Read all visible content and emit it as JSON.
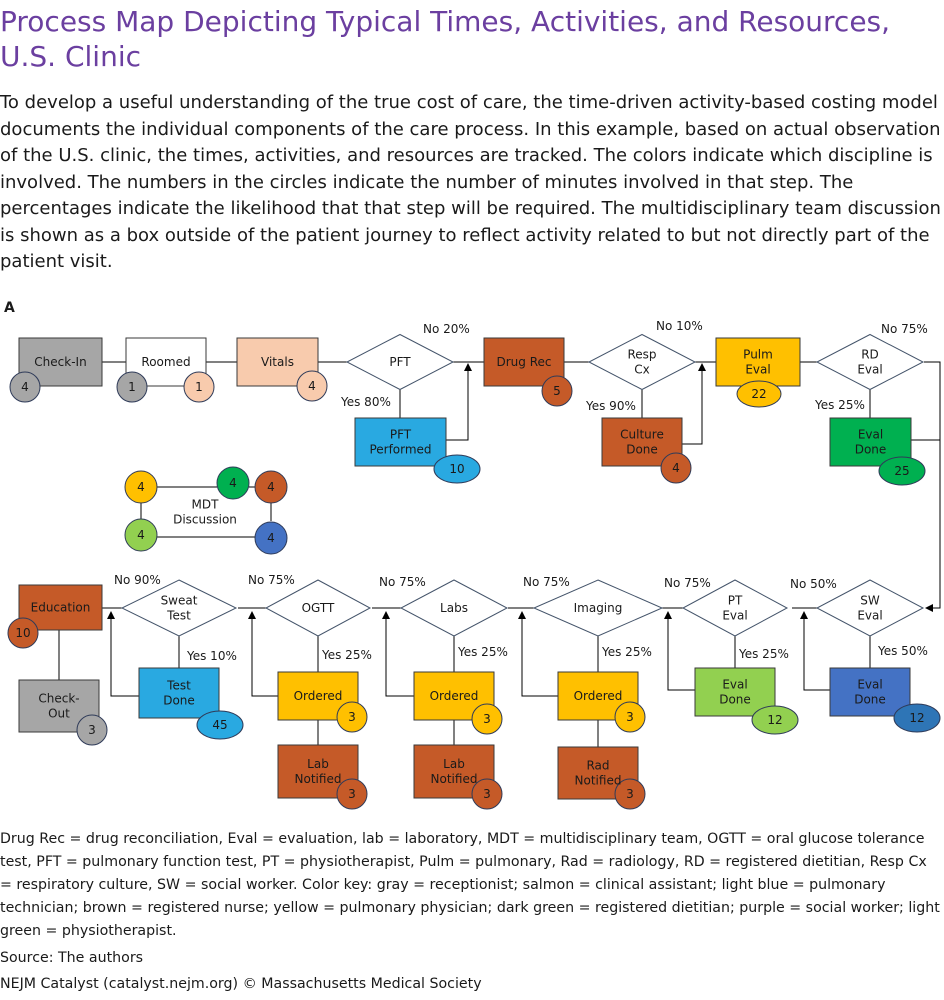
{
  "title": "Process Map Depicting Typical Times, Activities, and Resources, U.S. Clinic",
  "intro": "To develop a useful understanding of the true cost of care, the time-driven activity-based costing model documents the individual components of the care process. In this example, based on actual observation of the U.S. clinic, the times, activities, and resources are tracked. The colors indicate which discipline is involved. The numbers in the circles indicate the number of minutes involved in that step. The percentages indicate the likelihood that that step will be required. The multidisciplinary team discussion is shown as a box outside of the patient journey to reflect activity related to but not directly part of the patient visit.",
  "panel_label": "A",
  "colors": {
    "gray": "#a6a6a6",
    "salmon": "#f8cbad",
    "lightblue": "#29a9e1",
    "brown": "#c55a28",
    "yellow": "#ffc000",
    "darkgreen": "#00b050",
    "purple": "#4472c4",
    "lightgreen": "#92d050",
    "darkblue": "#2e75b6"
  },
  "diagram": {
    "boxes": {
      "checkin": "Check-In",
      "roomed": "Roomed",
      "vitals": "Vitals",
      "pft_performed": "PFT\nPerformed",
      "drugrec": "Drug Rec",
      "culture": "Culture\nDone",
      "pulm": "Pulm\nEval",
      "rd_done": "Eval\nDone",
      "education": "Education",
      "checkout": "Check-\nOut",
      "test_done": "Test\nDone",
      "ogtt_ordered": "Ordered",
      "ogtt_lab": "Lab\nNotified",
      "labs_ordered": "Ordered",
      "labs_lab": "Lab\nNotified",
      "img_ordered": "Ordered",
      "img_rad": "Rad\nNotified",
      "pt_done": "Eval\nDone",
      "sw_done": "Eval\nDone"
    },
    "diamonds": {
      "pft": "PFT",
      "respcx": "Resp\nCx",
      "rd": "RD\nEval",
      "sweat": "Sweat\nTest",
      "ogtt": "OGTT",
      "labs": "Labs",
      "imaging": "Imaging",
      "pt": "PT\nEval",
      "sw": "SW\nEval"
    },
    "mdt_label": "MDT\nDiscussion",
    "minutes": {
      "checkin": "4",
      "roomed_a": "1",
      "roomed_b": "1",
      "vitals": "4",
      "pft": "10",
      "drugrec": "5",
      "culture": "4",
      "pulm": "22",
      "rd": "25",
      "education": "10",
      "checkout": "3",
      "sweat": "45",
      "ogtt_ordered": "3",
      "ogtt_lab": "3",
      "labs_ordered": "3",
      "labs_lab": "3",
      "img_ordered": "3",
      "img_rad": "3",
      "pt": "12",
      "sw": "12",
      "mdt_yellow": "4",
      "mdt_green": "4",
      "mdt_brown": "4",
      "mdt_lightgreen": "4",
      "mdt_blue": "4"
    },
    "pcts": {
      "pft_no": "No 20%",
      "pft_yes": "Yes 80%",
      "cx_no": "No 10%",
      "cx_yes": "Yes 90%",
      "rd_no": "No 75%",
      "rd_yes": "Yes 25%",
      "sweat_no": "No 90%",
      "sweat_yes": "Yes 10%",
      "ogtt_no": "No 75%",
      "ogtt_yes": "Yes 25%",
      "labs_no": "No 75%",
      "labs_yes": "Yes 25%",
      "img_no": "No 75%",
      "img_yes": "Yes 25%",
      "pt_no": "No 75%",
      "pt_yes": "Yes 25%",
      "sw_no": "No 50%",
      "sw_yes": "Yes 50%"
    }
  },
  "abbreviations": "Drug Rec = drug reconciliation, Eval = evaluation, lab = laboratory, MDT = multidisciplinary team, OGTT = oral glucose tolerance test, PFT = pulmonary function test, PT = physiotherapist, Pulm = pulmonary, Rad = radiology, RD = registered dietitian, Resp Cx = respiratory culture, SW = social worker. Color key: gray = receptionist; salmon = clinical assistant; light blue = pulmonary technician; brown = registered nurse; yellow = pulmonary physician; dark green = registered dietitian; purple = social worker; light green = physiotherapist.",
  "source": "Source: The authors",
  "credit": "NEJM Catalyst (catalyst.nejm.org) © Massachusetts Medical Society"
}
